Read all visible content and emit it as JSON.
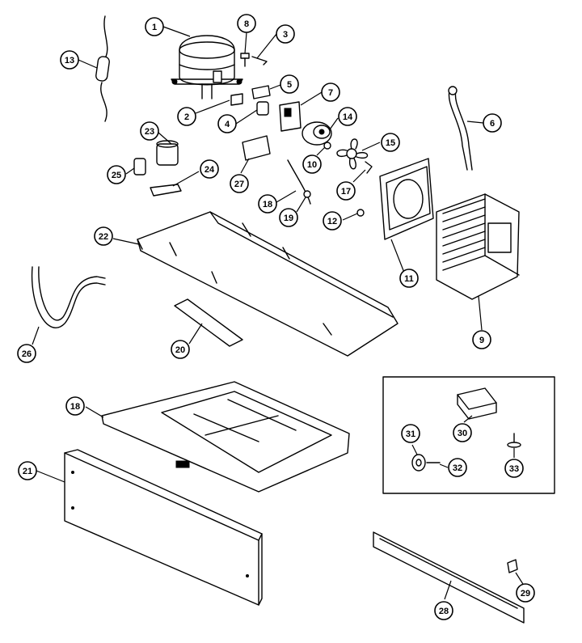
{
  "callouts": [
    {
      "id": "c1",
      "label": "1"
    },
    {
      "id": "c2",
      "label": "2"
    },
    {
      "id": "c3",
      "label": "3"
    },
    {
      "id": "c4",
      "label": "4"
    },
    {
      "id": "c5",
      "label": "5"
    },
    {
      "id": "c6",
      "label": "6"
    },
    {
      "id": "c7",
      "label": "7"
    },
    {
      "id": "c8",
      "label": "8"
    },
    {
      "id": "c9",
      "label": "9"
    },
    {
      "id": "c10",
      "label": "10"
    },
    {
      "id": "c11",
      "label": "11"
    },
    {
      "id": "c12",
      "label": "12"
    },
    {
      "id": "c13",
      "label": "13"
    },
    {
      "id": "c14",
      "label": "14"
    },
    {
      "id": "c15",
      "label": "15"
    },
    {
      "id": "c17",
      "label": "17"
    },
    {
      "id": "c18a",
      "label": "18"
    },
    {
      "id": "c18b",
      "label": "18"
    },
    {
      "id": "c19",
      "label": "19"
    },
    {
      "id": "c20",
      "label": "20"
    },
    {
      "id": "c21",
      "label": "21"
    },
    {
      "id": "c22",
      "label": "22"
    },
    {
      "id": "c23",
      "label": "23"
    },
    {
      "id": "c24",
      "label": "24"
    },
    {
      "id": "c25",
      "label": "25"
    },
    {
      "id": "c26",
      "label": "26"
    },
    {
      "id": "c27",
      "label": "27"
    },
    {
      "id": "c28",
      "label": "28"
    },
    {
      "id": "c29",
      "label": "29"
    },
    {
      "id": "c30",
      "label": "30"
    },
    {
      "id": "c31",
      "label": "31"
    },
    {
      "id": "c32",
      "label": "32"
    },
    {
      "id": "c33",
      "label": "33"
    }
  ]
}
